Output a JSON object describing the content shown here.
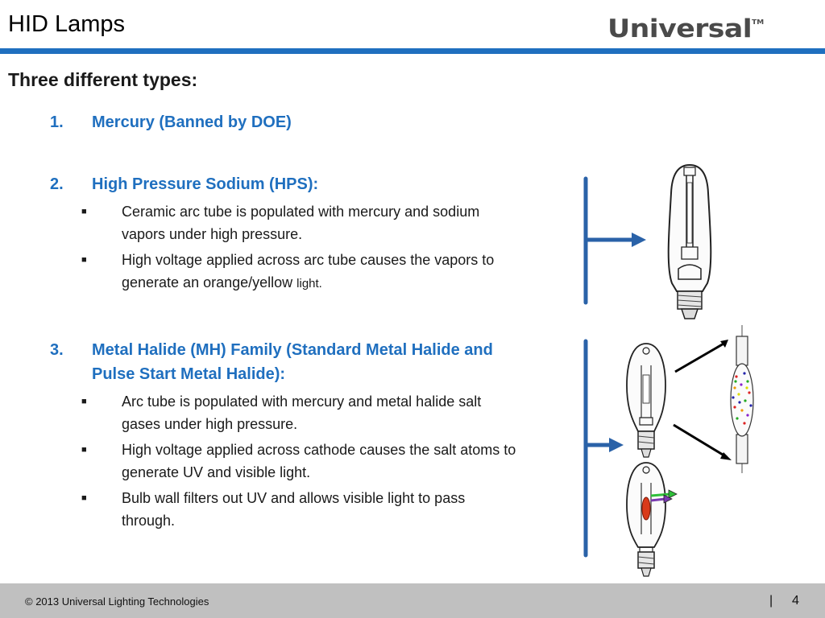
{
  "header": {
    "title": "HID Lamps",
    "logo_text": "Universal",
    "logo_tm": "TM"
  },
  "content": {
    "subheading": "Three different types:",
    "items": [
      {
        "number": "1.",
        "label": "Mercury (Banned by DOE)"
      },
      {
        "number": "2.",
        "label": "High Pressure Sodium (HPS):",
        "bullets": [
          {
            "line1": "Ceramic arc tube is populated with mercury and sodium",
            "line2": "vapors under high pressure."
          },
          {
            "line1": "High voltage applied across arc tube causes the vapors to",
            "line2": "generate an orange/yellow ",
            "line2_small": "light."
          }
        ]
      },
      {
        "number": "3.",
        "label_line1": "Metal Halide (MH) Family (Standard Metal Halide and",
        "label_line2": "Pulse Start Metal Halide):",
        "bullets": [
          {
            "line1": "Arc tube is populated with mercury and metal halide salt",
            "line2": "gases under high pressure."
          },
          {
            "line1": "High voltage applied  across cathode causes the salt atoms to",
            "line2": "generate UV and visible light."
          },
          {
            "line1": "Bulb wall filters out UV and allows visible light to pass",
            "line2": "through."
          }
        ]
      }
    ]
  },
  "footer": {
    "copyright": "© 2013 Universal Lighting Technologies",
    "separator": "|",
    "page_number": "4"
  },
  "colors": {
    "accent_blue": "#1f6fbf",
    "footer_gray": "#c0c0c0",
    "logo_gray": "#4a4a4a"
  },
  "bullet_glyph": "■"
}
